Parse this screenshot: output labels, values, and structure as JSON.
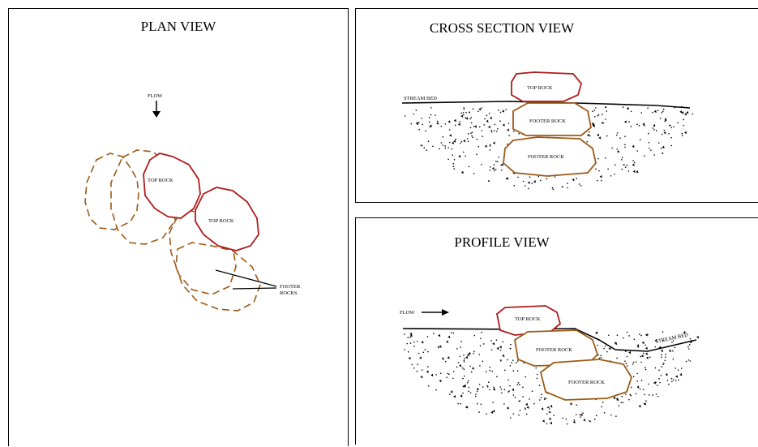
{
  "plan": {
    "title": "PLAN VIEW",
    "flow_label": "FLOW",
    "top_rock_1": "TOP ROCK",
    "top_rock_2": "TOP ROCK",
    "footer_rocks_line1": "FOOTER",
    "footer_rocks_line2": "ROCKS"
  },
  "cross": {
    "title": "CROSS SECTION VIEW",
    "top_rock": "TOP ROCK",
    "stream_bed": "STREAM BED",
    "footer_rock_1": "FOOTER ROCK",
    "footer_rock_2": "FOOTER ROCK"
  },
  "profile": {
    "title": "PROFILE VIEW",
    "flow_label": "FLOW",
    "top_rock": "TOP ROCK",
    "stream_bed": "STREAM BED",
    "footer_rock_1": "FOOTER ROCK",
    "footer_rock_2": "FOOTER ROCK"
  },
  "colors": {
    "top_rock_outline": "#b01c1c",
    "footer_rock_outline": "#9c5a14",
    "line": "#000000"
  }
}
